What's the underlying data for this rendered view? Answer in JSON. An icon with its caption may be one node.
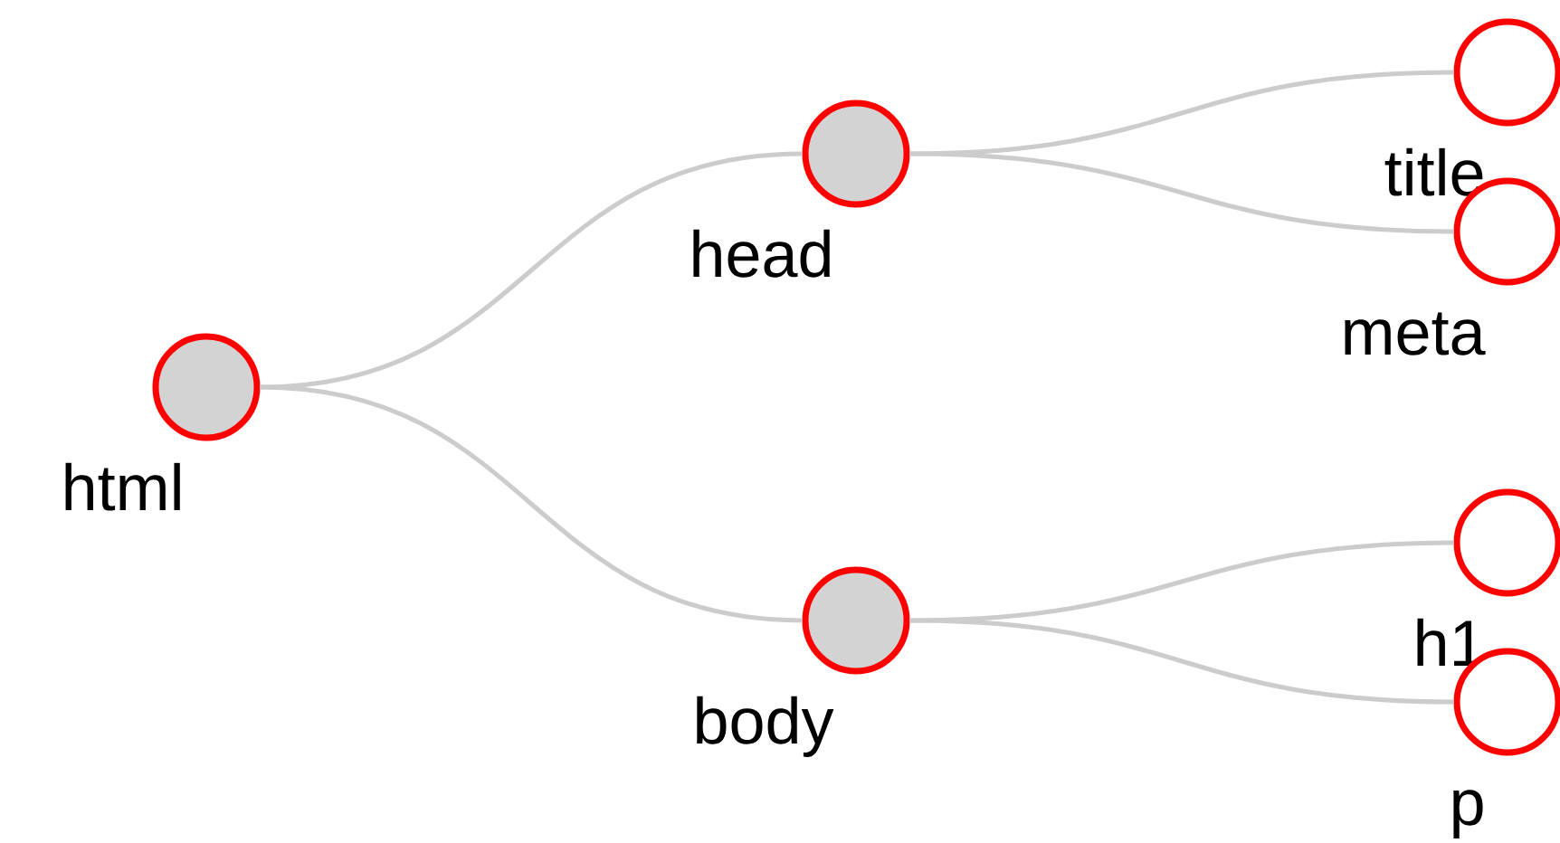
{
  "diagram": {
    "nodes": [
      {
        "text": [
          "html"
        ]
      },
      {
        "text": [
          "head"
        ]
      },
      {
        "text": [
          "title"
        ]
      },
      {
        "text": [
          "meta"
        ]
      },
      {
        "text": [
          "body"
        ]
      },
      {
        "text": [
          "h1"
        ]
      },
      {
        "text": [
          "p"
        ]
      }
    ],
    "edges": [
      {
        "from": 0,
        "to": 1,
        "arrow": "none"
      },
      {
        "from": 1,
        "to": 2,
        "arrow": "none"
      },
      {
        "from": 1,
        "to": 3,
        "arrow": "none"
      },
      {
        "from": 0,
        "to": 4,
        "arrow": "none"
      },
      {
        "from": 4,
        "to": 5,
        "arrow": "none"
      },
      {
        "from": 4,
        "to": 6,
        "arrow": "none"
      }
    ]
  }
}
